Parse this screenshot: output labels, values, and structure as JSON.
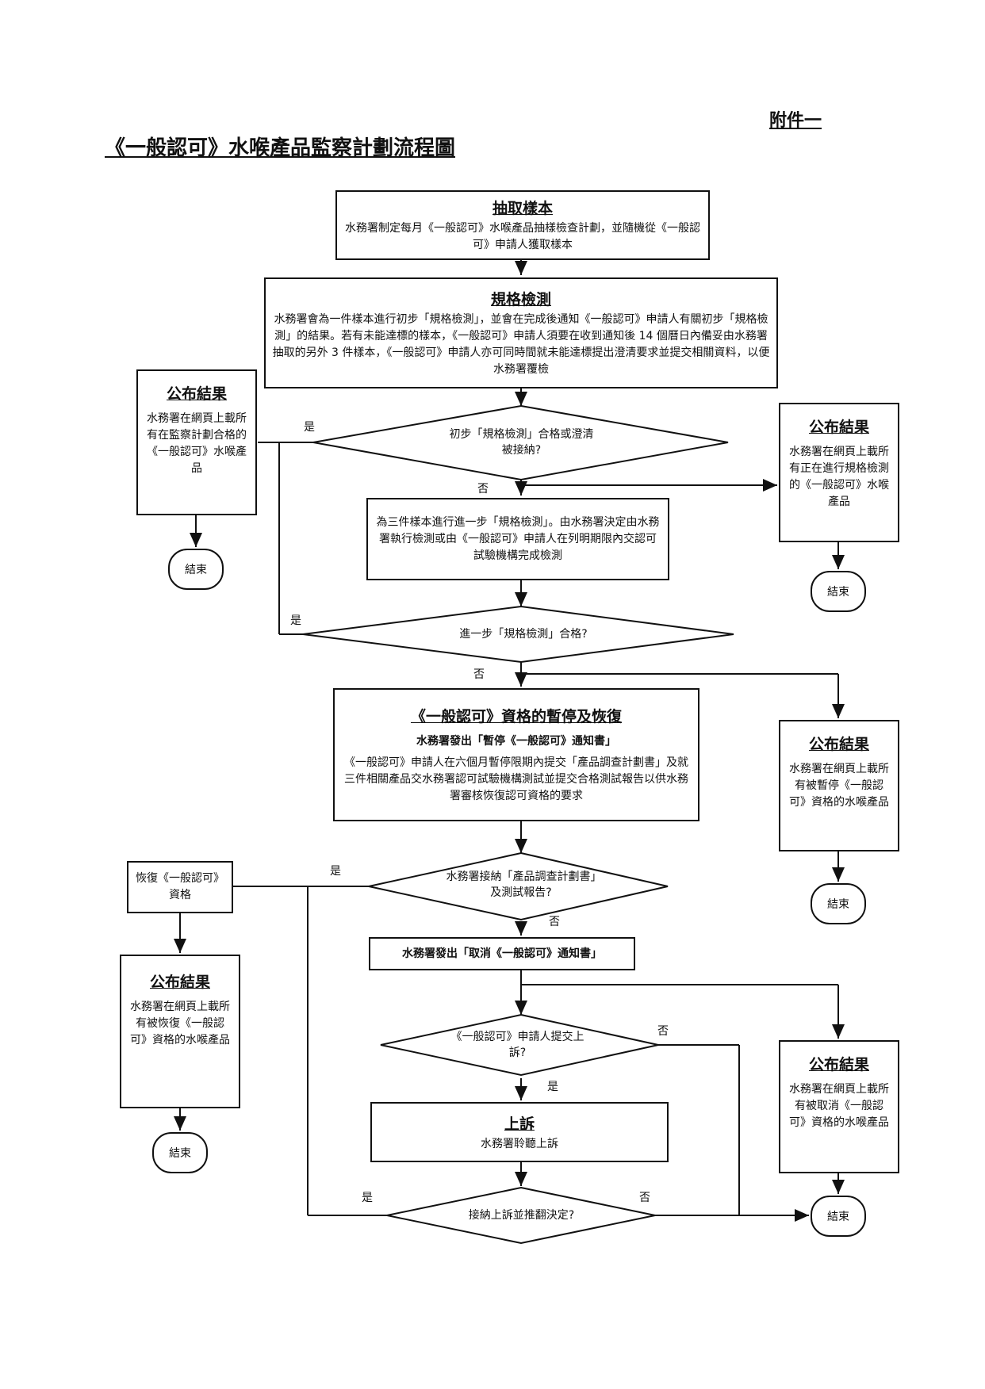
{
  "annex": "附件一",
  "title": "《一般認可》水喉產品監察計劃流程圖",
  "sampling": {
    "title": "抽取樣本",
    "body": "水務署制定每月《一般認可》水喉產品抽樣檢查計劃，並隨機從《一般認可》申請人獲取樣本"
  },
  "spec_test": {
    "title": "規格檢測",
    "body": "水務署會為一件樣本進行初步「規格檢測」，並會在完成後通知《一般認可》申請人有關初步「規格檢測」的結果。若有未能達標的樣本，《一般認可》申請人須要在收到通知後 14 個曆日內備妥由水務署抽取的另外 3 件樣本，《一般認可》申請人亦可同時間就未能達標提出澄清要求並提交相關資料，以便水務署覆檢"
  },
  "publish_pass": {
    "title": "公布結果",
    "body": "水務署在網頁上載所有在監察計劃合格的《一般認可》水喉產品"
  },
  "publish_testing": {
    "title": "公布結果",
    "body": "水務署在網頁上載所有正在進行規格檢測的《一般認可》水喉產品"
  },
  "decision1": "初步「規格檢測」合格或澄清被接納?",
  "further_test": "為三件樣本進行進一步「規格檢測」。由水務署決定由水務署執行檢測或由《一般認可》申請人在列明期限內交認可試驗機構完成檢測",
  "decision2": "進一步「規格檢測」合格?",
  "suspend": {
    "title": "《一般認可》資格的暫停及恢復",
    "line1": "水務署發出「暫停《一般認可》通知書」",
    "body": "《一般認可》申請人在六個月暫停限期內提交「產品調查計劃書」及就三件相關產品交水務署認可試驗機構測試並提交合格測試報告以供水務署審核恢復認可資格的要求"
  },
  "publish_suspended": {
    "title": "公布結果",
    "body": "水務署在網頁上載所有被暫停《一般認可》資格的水喉產品"
  },
  "restore": "恢復《一般認可》資格",
  "decision3": "水務署接納「產品調查計劃書」及測試報告?",
  "publish_restored": {
    "title": "公布結果",
    "body": "水務署在網頁上載所有被恢復《一般認可》資格的水喉產品"
  },
  "cancel": "水務署發出「取消《一般認可》通知書」",
  "decision4": "《一般認可》申請人提交上訴?",
  "appeal": {
    "title": "上訴",
    "body": "水務署聆聽上訴"
  },
  "decision5": "接納上訴並推翻決定?",
  "publish_cancelled": {
    "title": "公布結果",
    "body": "水務署在網頁上載所有被取消《一般認可》資格的水喉產品"
  },
  "end_label": "結束",
  "yes": "是",
  "no": "否"
}
